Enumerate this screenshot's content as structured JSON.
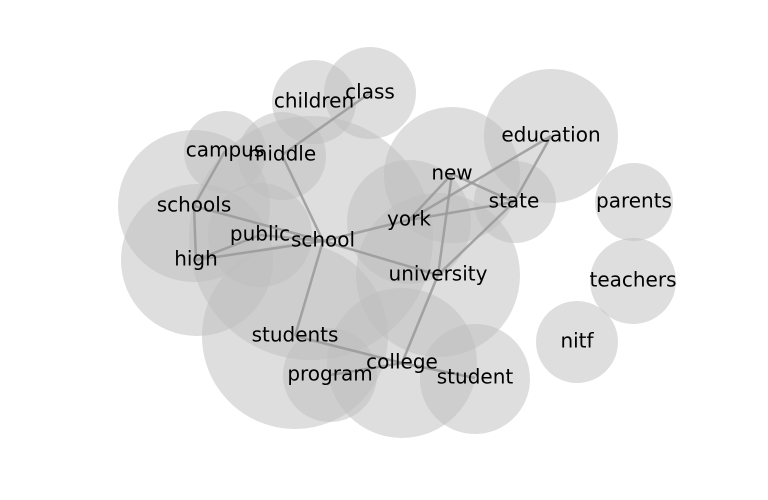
{
  "diagram": {
    "type": "word-cooccurrence-network",
    "nodes": [
      {
        "id": "school",
        "label": "school"
      },
      {
        "id": "students",
        "label": "students"
      },
      {
        "id": "university",
        "label": "university"
      },
      {
        "id": "college",
        "label": "college"
      },
      {
        "id": "york",
        "label": "york"
      },
      {
        "id": "high",
        "label": "high"
      },
      {
        "id": "schools",
        "label": "schools"
      },
      {
        "id": "education",
        "label": "education"
      },
      {
        "id": "new",
        "label": "new"
      },
      {
        "id": "public",
        "label": "public"
      },
      {
        "id": "middle",
        "label": "middle"
      },
      {
        "id": "class",
        "label": "class"
      },
      {
        "id": "children",
        "label": "children"
      },
      {
        "id": "campus",
        "label": "campus"
      },
      {
        "id": "student",
        "label": "student"
      },
      {
        "id": "program",
        "label": "program"
      },
      {
        "id": "state",
        "label": "state"
      },
      {
        "id": "parents",
        "label": "parents"
      },
      {
        "id": "teachers",
        "label": "teachers"
      },
      {
        "id": "nitf",
        "label": "nitf"
      }
    ],
    "edges": [
      [
        "school",
        "high"
      ],
      [
        "school",
        "public"
      ],
      [
        "school",
        "middle"
      ],
      [
        "school",
        "students"
      ],
      [
        "school",
        "york"
      ],
      [
        "school",
        "university"
      ],
      [
        "school",
        "schools"
      ],
      [
        "high",
        "public"
      ],
      [
        "high",
        "schools"
      ],
      [
        "schools",
        "campus"
      ],
      [
        "middle",
        "class"
      ],
      [
        "new",
        "york"
      ],
      [
        "new",
        "university"
      ],
      [
        "new",
        "state"
      ],
      [
        "york",
        "state"
      ],
      [
        "york",
        "education"
      ],
      [
        "state",
        "education"
      ],
      [
        "state",
        "university"
      ],
      [
        "university",
        "college"
      ],
      [
        "college",
        "students"
      ],
      [
        "college",
        "student"
      ],
      [
        "college",
        "program"
      ]
    ],
    "colors": {
      "node": "#bdbdbd",
      "edge": "#999999",
      "label": "#000000"
    }
  }
}
